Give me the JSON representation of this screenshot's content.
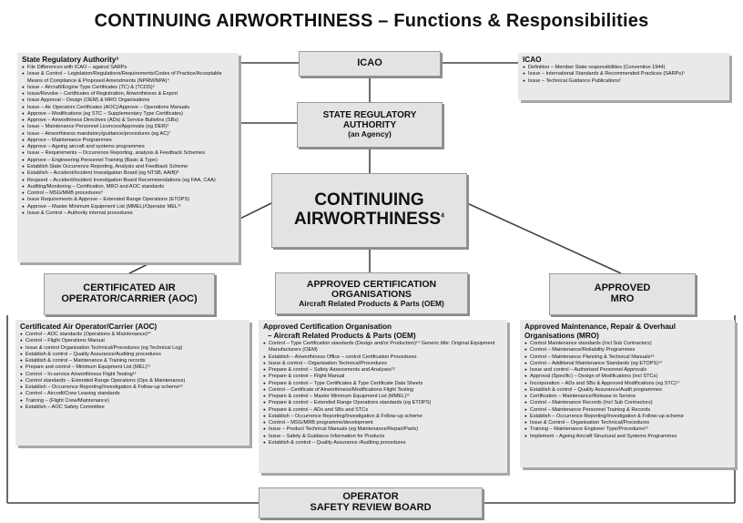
{
  "title": "CONTINUING AIRWORTHINESS – Functions & Responsibilities",
  "boxes": {
    "icao": "ICAO",
    "state_line1": "STATE REGULATORY",
    "state_line2": "AUTHORITY",
    "state_sub": "(an Agency)",
    "ca_line1": "CONTINUING",
    "ca_line2": "AIRWORTHINESS",
    "ca_sup": "4",
    "aoc_line1": "CERTIFICATED AIR",
    "aoc_line2": "OPERATOR/CARRIER (AOC)",
    "aco_line1": "APPROVED CERTIFICATION",
    "aco_line2": "ORGANISATIONS",
    "aco_sub": "Aircraft Related Products & Parts (OEM)",
    "mro_line1": "APPROVED",
    "mro_line2": "MRO",
    "osrb_line1": "OPERATOR",
    "osrb_line2": "SAFETY REVIEW BOARD"
  },
  "panels": {
    "state": {
      "heading": "State Regulatory Authority³",
      "items": [
        "File Differences with ICAO – against SARPs",
        "Issue & Control – Legislation/Regulations/Requirements/Codes of Practice/Acceptable Means of Compliance & Proposed Amendments (NPRM/NPA)⁴",
        "Issue – Aircraft/Engine Type Certificates (TC) & (TCDS)⁵",
        "Issue/Revoke – Certificates of Registration, Airworthiness & Export",
        "Issue Approval – Design (OEM) & MRO Organisations",
        "Issue – Air Operators Certificates (AOC)/Approve – Operations Manuals",
        "Approve – Modifications (eg STC – Supplementary Type Certificates)",
        "Approve – Airworthiness Directives (ADs) & Service Bulletins (SBs)",
        "Issue – Maintenance Personnel Licences/Approvals (eg DER)⁶",
        "Issue – Airworthiness mandatory/guidance/procedures (eg AC)⁷",
        "Approve – Maintenance Programmes",
        "Approve – Ageing aircraft and systems programmes",
        "Issue – Requirements – Occurrence Reporting, analysis & Feedback Schemes",
        "Approve – Engineering Personnel Training (Basic & Type)",
        "Establish State Occurrence Reporting, Analysis and Feedback Scheme",
        "Establish – Accident/Incident Investigation Board (eg NTSB, AAIB)⁸",
        "Respond – Accident/Incident Investigation Board Recommendations (eg FAA, CAA)",
        "Auditing/Monitoring – Certification, MRO and AOC standards",
        "Control – MSG/MRB procedures⁹",
        "Issue Requirements & Approve – Extended Range Operations (ETOPS)",
        "Approve – Master Minimum Equipment List (MMEL)/Operator MEL¹¹",
        "Issue & Control – Authority internal procedures"
      ]
    },
    "icao": {
      "heading": "ICAO",
      "items": [
        "Definition – Member State responsibilities (Convention 1944)",
        "Issue – International Standards & Recommended Practices (SARPs)¹",
        "Issue – Technical Guidance Publications²"
      ]
    },
    "aoc": {
      "heading": "Certificated Air Operator/Carrier (AOC)",
      "items": [
        "Control – AOC standards (Operations & Maintenance)¹⁰",
        "Control – Flight Operations Manual",
        "Issue & control Organisation Technical/Procedures (eg Technical Log)",
        "Establish & control – Quality Assurance/Auditing procedures",
        "Establish & control – Maintenance & Training records",
        "Prepare and control – Minimum Equipment List (MEL)¹¹",
        "Control – In-service Airworthiness Flight Testing¹²",
        "Control standards – Extended Range Operations (Ops & Maintenance)",
        "Establish – Occurrence Reporting/Investigation & Follow-up scheme¹²",
        "Control – Aircraft/Crew Leasing standards",
        "Training – (Flight Crew/Maintenance)",
        "Establish – AOC Safety Committee"
      ]
    },
    "aco": {
      "heading1": "Approved Certification Organisation",
      "heading2": "– Aircraft Related Products & Parts (OEM)",
      "items": [
        "Control – Type Certification standards (Design and/or Production)¹⁴ Generic title: Original Equipment Manufacturers (OEM)",
        "Establish – Airworthiness Office – control Certification Procedures",
        "Issue & control – Organisation Technical/Procedures",
        "Prepare & control – Safety Assessments and Analyses¹³",
        "Prepare & control – Flight Manual",
        "Prepare & control – Type Certificates & Type Certificate Data Sheets",
        "Control – Certificate of Airworthiness/Modifications Flight Testing",
        "Prepare & control – Master Minimum Equipment List (MMEL)¹¹",
        "Prepare & control – Extended Range Operations standards (eg ETOPS)",
        "Prepare & control – ADs and SBs and STCs",
        "Establish – Occurrence Reporting/Investigation & Follow-up scheme",
        "Control – MSG/MRB programme/development",
        "Issue – Product Technical Manuals (eg Maintenance/Repair/Parts)",
        "Issue – Safety & Guidance Information for Products",
        "Establish & control – Quality Assurance /Auditing procedures"
      ]
    },
    "mro": {
      "heading1": "Approved Maintenance, Repair & Overhaul",
      "heading2": "Organisations (MRO)",
      "items": [
        "Control Maintenance standards (Incl Sub Contractors)",
        "Control – Maintenance/Reliability Programmes",
        "Control – Maintenance Planning & Technical Manuals¹⁶",
        "Control – Additional Maintenance Standards (eg ETOPS)¹⁴",
        "Issue and control – Authorised Personnel Approvals",
        "Approval (Specific) – Design of Modifications (incl STCs)",
        "Incorporation – ADs and SBs & Approved Modifications (eg STC)¹⁷",
        "Establish & control – Quality Assurance/Audit programmes",
        "Certification – Maintenance/Release to Service",
        "Control – Maintenance Records (Incl Sub Contractors)",
        "Control – Maintenance Personnel Training & Records",
        "Establish – Occurrence Reporting/Investigation & Follow-up scheme",
        "Issue & Control – Organisation Technical/Procedures",
        "Training – Maintenance Engineer Type/Procedures¹⁵",
        "Implement – Ageing Aircraft Structural and Systems Programmes"
      ]
    }
  }
}
